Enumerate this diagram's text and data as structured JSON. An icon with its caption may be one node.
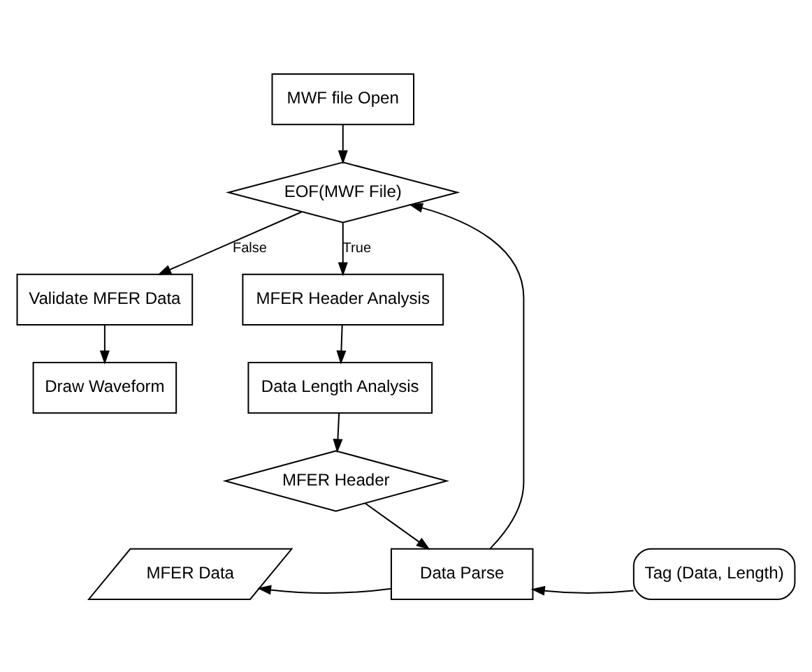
{
  "diagram": {
    "nodes": [
      {
        "text": [
          "MWF file Open"
        ]
      },
      {
        "text": [
          "EOF(MWF File)"
        ]
      },
      {
        "text": [
          "Validate MFER Data"
        ]
      },
      {
        "text": [
          "Draw Waveform"
        ]
      },
      {
        "text": [
          "MFER Header Analysis"
        ]
      },
      {
        "text": [
          "Data Length Analysis"
        ]
      },
      {
        "text": [
          "MFER Header"
        ]
      },
      {
        "text": [
          "Data Parse"
        ]
      },
      {
        "text": [
          "MFER Data"
        ]
      },
      {
        "text": [
          "Tag (Data, Length)"
        ]
      }
    ],
    "edges": [
      {
        "from": 0,
        "to": 1,
        "arrow": "to"
      },
      {
        "from": 1,
        "to": 2,
        "arrow": "to",
        "label": "False"
      },
      {
        "from": 1,
        "to": 4,
        "arrow": "to",
        "label": "True"
      },
      {
        "from": 2,
        "to": 3,
        "arrow": "to"
      },
      {
        "from": 4,
        "to": 5,
        "arrow": "to"
      },
      {
        "from": 5,
        "to": 6,
        "arrow": "to"
      },
      {
        "from": 6,
        "to": 7,
        "arrow": "to"
      },
      {
        "from": 7,
        "to": 8,
        "arrow": "to"
      },
      {
        "from": 9,
        "to": 7,
        "arrow": "to"
      },
      {
        "from": 7,
        "to": 1,
        "arrow": "to"
      }
    ]
  }
}
